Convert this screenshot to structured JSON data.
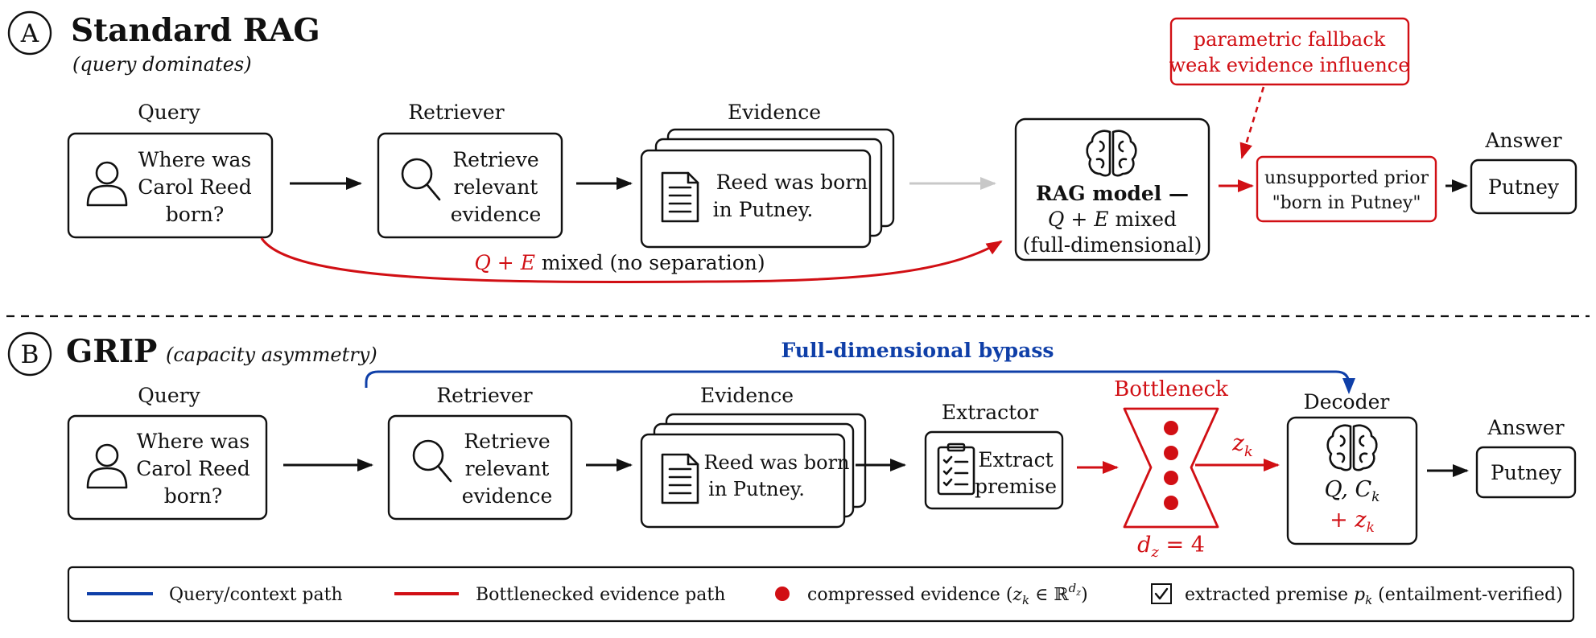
{
  "colors": {
    "red": "#d10f14",
    "blue": "#0f3fa8",
    "gray": "#c8c8c8",
    "black": "#111111"
  },
  "panel_a": {
    "marker": "A",
    "title": "Standard RAG",
    "subtitle": "(query dominates)",
    "query_label": "Query",
    "query_text": [
      "Where was",
      "Carol Reed",
      "born?"
    ],
    "retriever_label": "Retriever",
    "retriever_text": [
      "Retrieve",
      "relevant",
      "evidence"
    ],
    "evidence_label": "Evidence",
    "evidence_text": [
      "Reed was born",
      "in Putney."
    ],
    "callout": [
      "parametric fallback",
      "weak evidence influence"
    ],
    "model_title": "RAG model —",
    "model_math": "Q + E",
    "model_mixed": " mixed",
    "model_dim": "(full-dimensional)",
    "prior": [
      "unsupported prior",
      "\"born in Putney\""
    ],
    "answer_label": "Answer",
    "answer_text": "Putney",
    "mix_math": "Q + E",
    "mix_text": " mixed (no separation)"
  },
  "panel_b": {
    "marker": "B",
    "title": "GRIP",
    "subtitle": "(capacity asymmetry)",
    "bypass_label": "Full-dimensional bypass",
    "query_label": "Query",
    "query_text": [
      "Where was",
      "Carol Reed",
      "born?"
    ],
    "retriever_label": "Retriever",
    "retriever_text": [
      "Retrieve",
      "relevant",
      "evidence"
    ],
    "evidence_label": "Evidence",
    "evidence_text": [
      "Reed was born",
      "in Putney."
    ],
    "extractor_label": "Extractor",
    "extractor_text": [
      "Extract",
      "premise"
    ],
    "bottleneck_label": "Bottleneck",
    "dz_label": "d",
    "dz_sub": "z",
    "dz_value": " = 4",
    "z_label": "z",
    "z_sub": "k",
    "decoder_label": "Decoder",
    "decoder_line1_q": "Q, C",
    "decoder_line1_sub": "k",
    "decoder_line2": "+ z",
    "decoder_line2_sub": "k",
    "answer_label": "Answer",
    "answer_text": "Putney"
  },
  "legend": {
    "query_path": "Query/context path",
    "bottleneck_path": "Bottlenecked evidence path",
    "compressed_prefix": "compressed evidence (",
    "compressed_math": "z",
    "compressed_sub": "k",
    "compressed_in": " ∈ ℝ",
    "compressed_sup": "d",
    "compressed_supsub": "z",
    "compressed_suffix": ")",
    "premise_prefix": "extracted premise ",
    "premise_math": "p",
    "premise_sub": "k",
    "premise_suffix": " (entailment-verified)"
  }
}
